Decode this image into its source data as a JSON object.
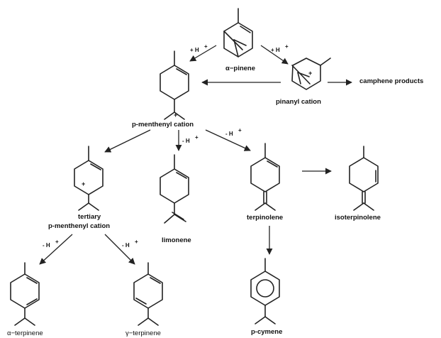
{
  "compounds": {
    "alpha_pinene": "α−pinene",
    "pinanyl_cation": "pinanyl cation",
    "camphene_products": "camphene products",
    "p_menthenyl_cation": "p-menthenyl cation",
    "tertiary_line1": "tertiary",
    "tertiary_line2": "p-menthenyl cation",
    "limonene": "limonene",
    "terpinolene": "terpinolene",
    "isoterpinolene": "isoterpinolene",
    "alpha_terpinene": "α−terpinene",
    "gamma_terpinene": "γ−terpinene",
    "p_cymene": "p-cymene"
  },
  "reagents": {
    "protonation": "+ H",
    "deprotonation": "- H",
    "superscript_plus": "+"
  },
  "charges": {
    "cation": "+"
  }
}
